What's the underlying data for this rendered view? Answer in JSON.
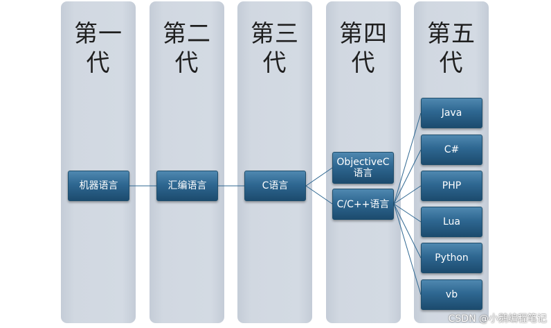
{
  "columns": [
    {
      "title_line1": "第一",
      "title_line2": "代"
    },
    {
      "title_line1": "第二",
      "title_line2": "代"
    },
    {
      "title_line1": "第三",
      "title_line2": "代"
    },
    {
      "title_line1": "第四",
      "title_line2": "代"
    },
    {
      "title_line1": "第五",
      "title_line2": "代"
    }
  ],
  "nodes": {
    "machine": "机器语言",
    "assembly": "汇编语言",
    "c": "C语言",
    "objc_line1": "ObjectiveC",
    "objc_line2": "语言",
    "cpp": "C/C++语言",
    "java": "Java",
    "csharp": "C#",
    "php": "PHP",
    "lua": "Lua",
    "python": "Python",
    "vb": "vb"
  },
  "colors": {
    "column_fill": "#d1d8e1",
    "node_fill": "#2e6791",
    "connector": "#2e6791"
  },
  "watermark": "CSDN @小鹅编程笔记"
}
